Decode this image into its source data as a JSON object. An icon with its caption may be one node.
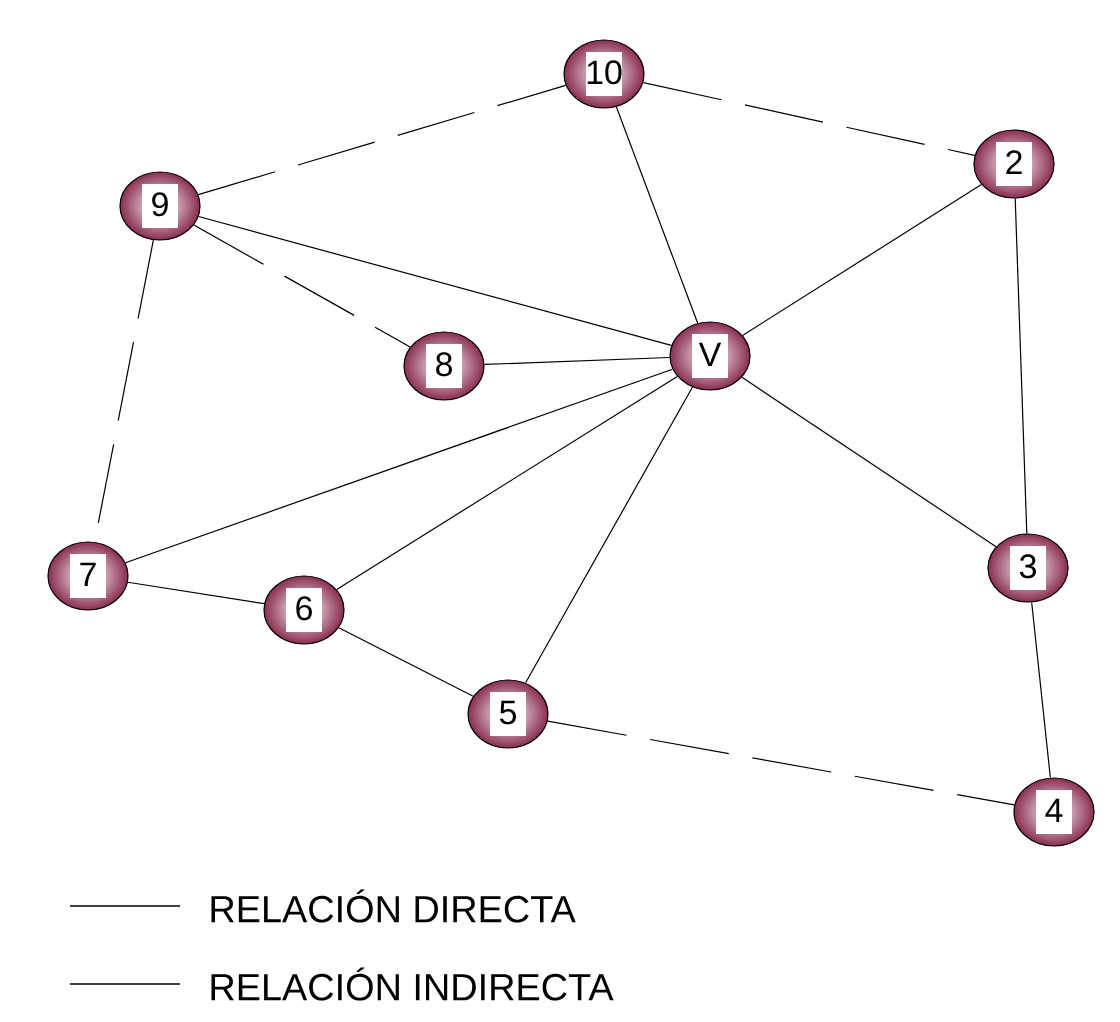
{
  "diagram": {
    "nodes": [
      {
        "text": [
          "10"
        ]
      },
      {
        "text": [
          "9"
        ]
      },
      {
        "text": [
          "2"
        ]
      },
      {
        "text": [
          "8"
        ]
      },
      {
        "text": [
          "V"
        ]
      },
      {
        "text": [
          "7"
        ]
      },
      {
        "text": [
          "3"
        ]
      },
      {
        "text": [
          "6"
        ]
      },
      {
        "text": [
          "5"
        ]
      },
      {
        "text": [
          "4"
        ]
      }
    ],
    "edges": [
      {
        "from": 1,
        "to": 0,
        "arrow": "none",
        "style": "dashed"
      },
      {
        "from": 0,
        "to": 2,
        "arrow": "none",
        "style": "dashed"
      },
      {
        "from": 0,
        "to": 4,
        "arrow": "none"
      },
      {
        "from": 2,
        "to": 4,
        "arrow": "none"
      },
      {
        "from": 2,
        "to": 6,
        "arrow": "none"
      },
      {
        "from": 1,
        "to": 4,
        "arrow": "none"
      },
      {
        "from": 1,
        "to": 3,
        "arrow": "none",
        "style": "dashed"
      },
      {
        "from": 3,
        "to": 4,
        "arrow": "none"
      },
      {
        "from": 1,
        "to": 5,
        "arrow": "none",
        "style": "dashed"
      },
      {
        "from": 4,
        "to": 5,
        "arrow": "none"
      },
      {
        "from": 4,
        "to": 7,
        "arrow": "none"
      },
      {
        "from": 4,
        "to": 8,
        "arrow": "none"
      },
      {
        "from": 4,
        "to": 6,
        "arrow": "none"
      },
      {
        "from": 5,
        "to": 7,
        "arrow": "none"
      },
      {
        "from": 7,
        "to": 8,
        "arrow": "none"
      },
      {
        "from": 8,
        "to": 9,
        "arrow": "none",
        "style": "dashed"
      },
      {
        "from": 6,
        "to": 9,
        "arrow": "none"
      }
    ],
    "legend": [
      {
        "text": "RELACIÓN DIRECTA"
      },
      {
        "text": "RELACIÓN INDIRECTA"
      }
    ]
  }
}
